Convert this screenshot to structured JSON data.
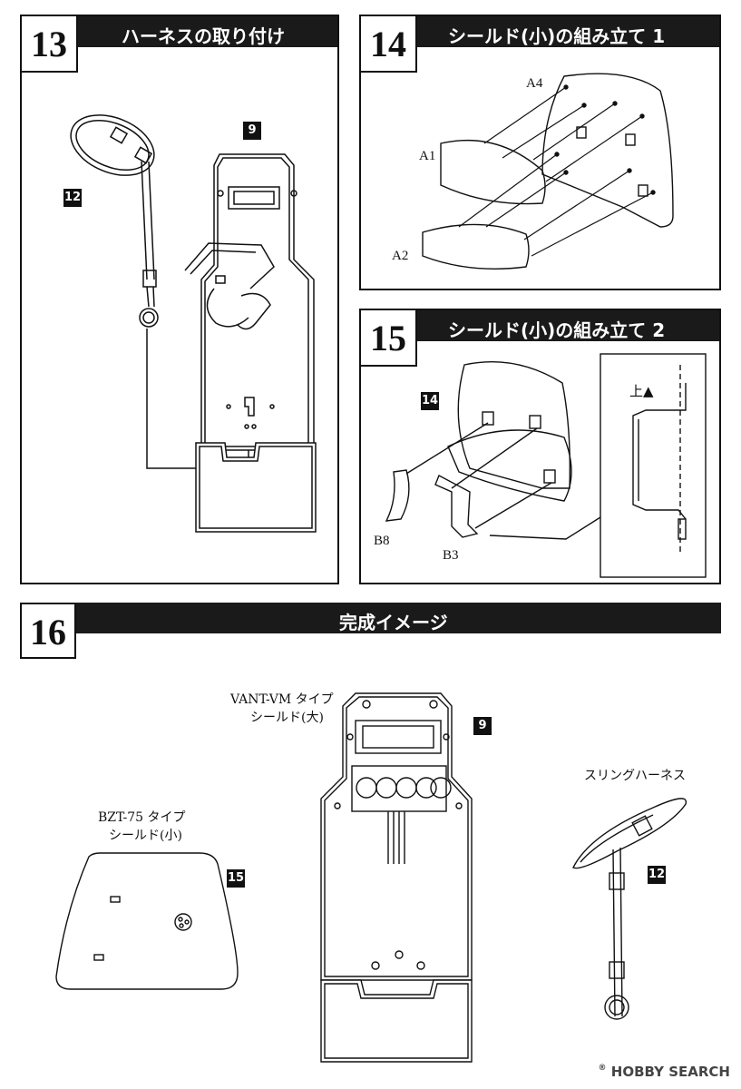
{
  "step13": {
    "number": "13",
    "title": "ハーネスの取り付け",
    "parts": {
      "shield": "9",
      "harness": "12"
    }
  },
  "step14": {
    "number": "14",
    "title": "シールド(小)の組み立て 1",
    "labels": {
      "a1": "A1",
      "a2": "A2",
      "a4": "A4"
    }
  },
  "step15": {
    "number": "15",
    "title": "シールド(小)の組み立て 2",
    "parts": {
      "assembly": "14"
    },
    "labels": {
      "b8": "B8",
      "b3": "B3"
    },
    "detail": {
      "up": "上▲"
    }
  },
  "step16": {
    "number": "16",
    "title": "完成イメージ",
    "large_shield": {
      "caption_line1": "VANT-VM タイプ",
      "caption_line2": "シールド(大)",
      "part": "9"
    },
    "small_shield": {
      "caption_line1": "BZT-75 タイプ",
      "caption_line2": "シールド(小)",
      "part": "15"
    },
    "harness": {
      "caption": "スリングハーネス",
      "part": "12"
    }
  },
  "watermark": {
    "brand": "HOBBY SEARCH",
    "reg": "®"
  }
}
